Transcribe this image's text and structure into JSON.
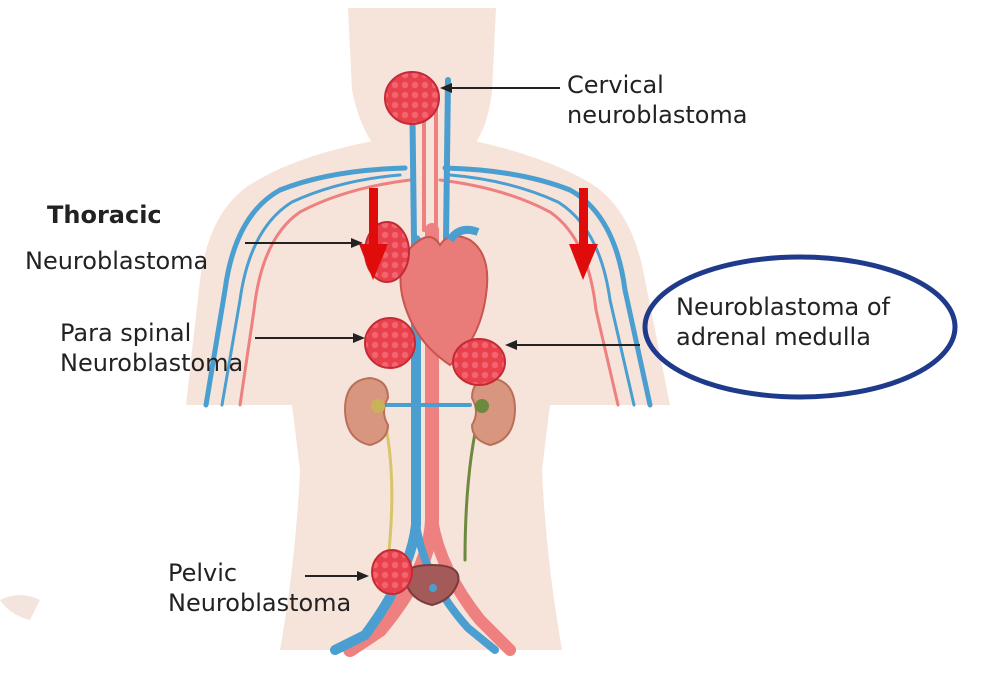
{
  "labels": {
    "cervical_line1": "Cervical",
    "cervical_line2": "neuroblastoma",
    "thoracic_line1": "Thoracic",
    "thoracic_line2": "Neuroblastoma",
    "paraspinal_line1": "Para spinal",
    "paraspinal_line2": "Neuroblastoma",
    "adrenal_line1": "Neuroblastoma of",
    "adrenal_line2": "adrenal medulla",
    "pelvic_line1": "Pelvic",
    "pelvic_line2": "Neuroblastoma"
  },
  "colors": {
    "skin": "#f6e3da",
    "artery": "#ee8080",
    "vein": "#4a9fd0",
    "tumor": "#e8414c",
    "kidney": "#d9967e",
    "heart": "#e97c78",
    "callout_arrow": "#e00c0c",
    "pointer": "#222222",
    "ellipse": "#1f3a8a"
  }
}
